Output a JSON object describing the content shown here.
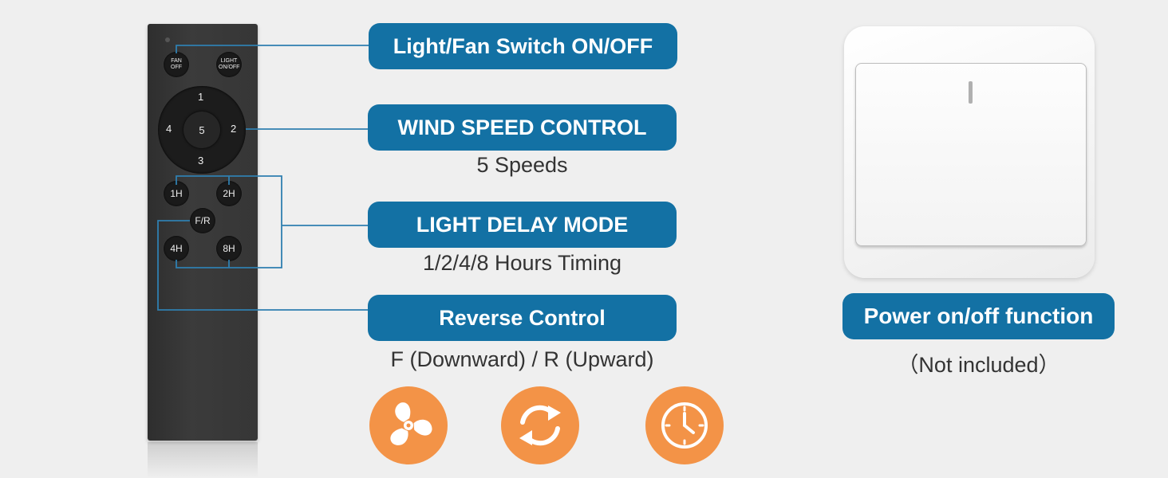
{
  "remote": {
    "buttons": {
      "fan_off": "FAN OFF",
      "light_on_off": "LIGHT ON/OFF",
      "speed_1": "1",
      "speed_2": "2",
      "speed_3": "3",
      "speed_4": "4",
      "speed_5": "5",
      "timer_1h": "1H",
      "timer_2h": "2H",
      "reverse": "F/R",
      "timer_4h": "4H",
      "timer_8h": "8H"
    }
  },
  "features": [
    {
      "label": "Light/Fan Switch ON/OFF",
      "subtitle": ""
    },
    {
      "label": "WIND SPEED CONTROL",
      "subtitle": "5 Speeds"
    },
    {
      "label": "LIGHT DELAY MODE",
      "subtitle": "1/2/4/8 Hours Timing"
    },
    {
      "label": "Reverse Control",
      "subtitle": "F (Downward) / R (Upward)"
    }
  ],
  "icons": [
    "fan-icon",
    "reverse-icon",
    "clock-icon"
  ],
  "wall_switch": {
    "label": "Power on/off function",
    "note": "（Not included）"
  },
  "colors": {
    "pill_blue": "#1371a4",
    "icon_orange": "#f39347",
    "line_blue": "#2f7fb0",
    "remote_body": "#363636"
  }
}
